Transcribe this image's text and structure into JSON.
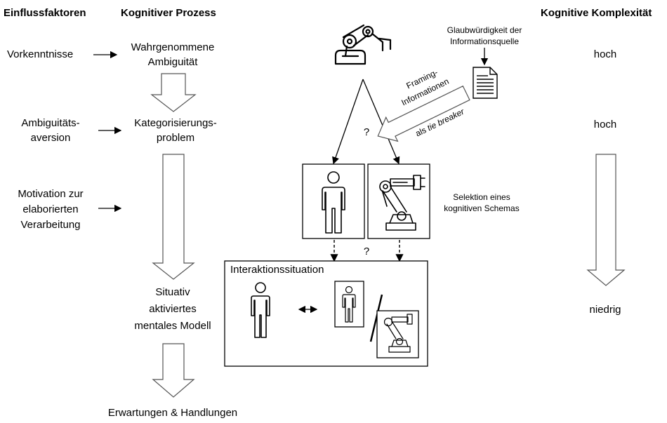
{
  "headers": {
    "einfluss": "Einflussfaktoren",
    "prozess": "Kognitiver Prozess",
    "komplex": "Kognitive Komplexität"
  },
  "left": {
    "vorkenntnisse": "Vorkenntnisse",
    "ambig_1": "Ambiguitäts-",
    "ambig_2": "aversion",
    "motiv_1": "Motivation zur",
    "motiv_2": "elaborierten",
    "motiv_3": "Verarbeitung"
  },
  "process": {
    "wahr_1": "Wahrgenommene",
    "wahr_2": "Ambiguität",
    "kat_1": "Kategorisierungs-",
    "kat_2": "problem",
    "sit_1": "Situativ",
    "sit_2": "aktiviertes",
    "sit_3": "mentales Modell",
    "erw": "Erwartungen & Handlungen"
  },
  "complexity": {
    "hoch1": "hoch",
    "hoch2": "hoch",
    "niedrig": "niedrig"
  },
  "right": {
    "glaub_1": "Glaubwürdigkeit der",
    "glaub_2": "Informationsquelle",
    "framing_1": "Framing-",
    "framing_2": "Informationen",
    "tie_prefix": "als ",
    "tie_italic": "tie breaker",
    "q1": "?",
    "q2": "?",
    "selektion_1": "Selektion eines",
    "selektion_2": "kognitiven Schemas",
    "interaktion": "Interaktionssituation"
  },
  "icons": [
    "robot-arm-icon",
    "document-icon",
    "human-icon",
    "industrial-robot-icon",
    "double-arrow-icon"
  ]
}
